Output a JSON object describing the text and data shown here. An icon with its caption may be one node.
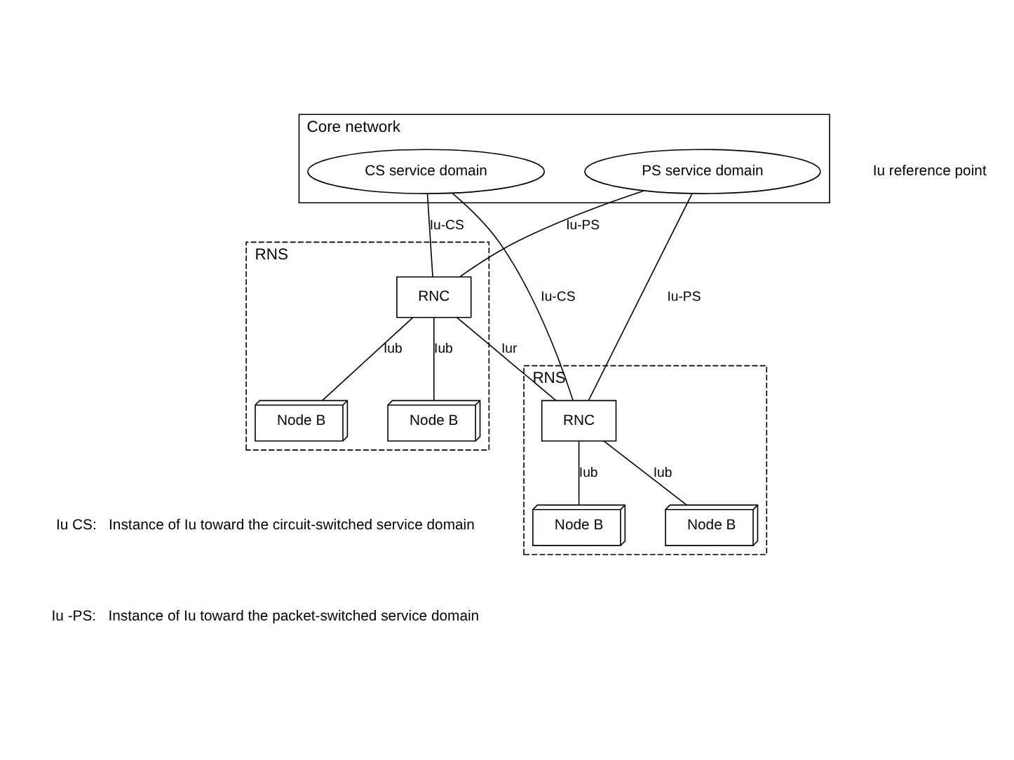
{
  "diagram": {
    "nodes": [
      {
        "text": [
          "Core network"
        ]
      },
      {
        "text": [
          "CS service domain"
        ],
        "in": 0
      },
      {
        "text": [
          "PS service domain"
        ],
        "in": 0
      },
      {
        "text": [
          "RNS"
        ]
      },
      {
        "text": [
          "RNC"
        ],
        "in": 3
      },
      {
        "text": [
          "Node B"
        ],
        "in": 3
      },
      {
        "text": [
          "Node B"
        ],
        "in": 3
      },
      {
        "text": [
          "RNS"
        ]
      },
      {
        "text": [
          "RNC"
        ],
        "in": 7
      },
      {
        "text": [
          "Node B"
        ],
        "in": 7
      },
      {
        "text": [
          "Node B"
        ],
        "in": 7
      }
    ],
    "edges": [
      {
        "from": 1,
        "to": 4,
        "arrow": "none",
        "label": "Iu-CS"
      },
      {
        "from": 2,
        "to": 4,
        "arrow": "none",
        "label": "Iu-PS"
      },
      {
        "from": 1,
        "to": 8,
        "arrow": "none",
        "label": "Iu-CS"
      },
      {
        "from": 2,
        "to": 8,
        "arrow": "none",
        "label": "Iu-PS"
      },
      {
        "from": 4,
        "to": 8,
        "arrow": "none",
        "label": "Iur"
      },
      {
        "from": 4,
        "to": 5,
        "arrow": "none",
        "label": "Iub"
      },
      {
        "from": 4,
        "to": 6,
        "arrow": "none",
        "label": "Iub"
      },
      {
        "from": 8,
        "to": 9,
        "arrow": "none",
        "label": "Iub"
      },
      {
        "from": 8,
        "to": 10,
        "arrow": "none",
        "label": "Iub"
      }
    ],
    "labels": [
      "Iu reference point",
      "Iu CS:",
      "Instance of Iu toward the circuit-switched service domain",
      "Iu -PS:",
      "Instance of Iu toward the packet-switched service domain"
    ]
  }
}
